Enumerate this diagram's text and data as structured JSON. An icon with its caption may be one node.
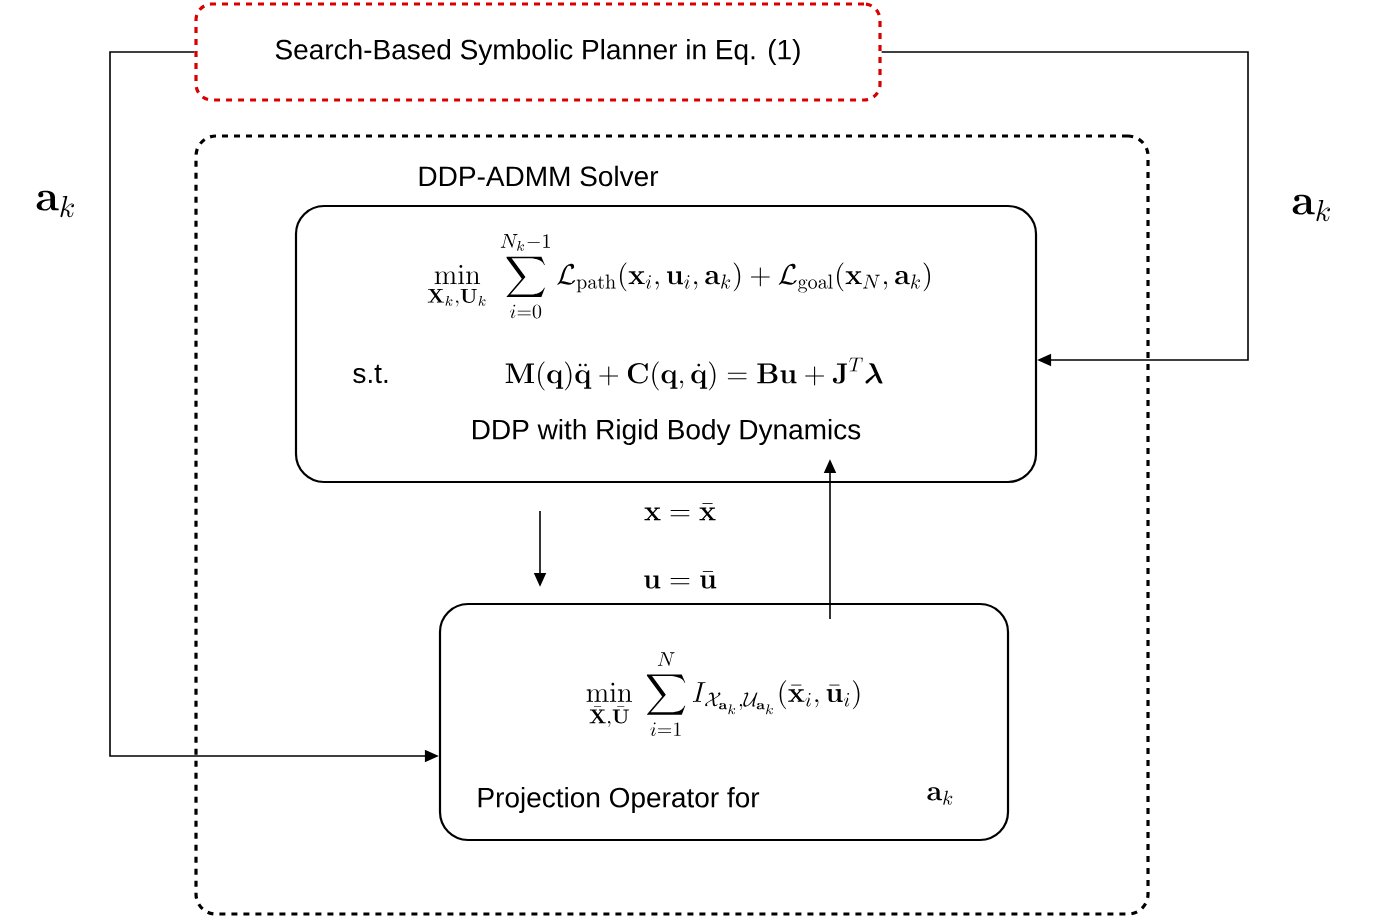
{
  "diagram": {
    "nodes": [
      {
        "text": [
          "Search-Based Symbolic Planner in Eq. (1)"
        ]
      },
      {
        "text": [
          "DDP-ADMM Solver"
        ]
      },
      {
        "text": [
          "\\min_{\\mathbf{X}_k,\\mathbf{U}_k}\\ \\sum_{i=0}^{N_k-1}\\mathcal{L}_{\\mathrm{path}}(\\mathbf{x}_i,\\mathbf{u}_i,\\mathbf{a}_k)+\\mathcal{L}_{\\mathrm{goal}}(\\mathbf{x}_N,\\mathbf{a}_k)",
          "s.t.",
          "\\mathbf{M}(\\mathbf{q})\\ddot{\\mathbf{q}}+\\mathbf{C}(\\mathbf{q},\\dot{\\mathbf{q}})=\\mathbf{B}\\mathbf{u}+\\mathbf{J}^T\\boldsymbol{\\lambda}",
          "DDP with Rigid Body Dynamics"
        ],
        "in": 1
      },
      {
        "text": [
          "\\min_{\\bar{\\mathbf{X}},\\bar{\\mathbf{U}}}\\ \\sum_{i=1}^{N} I_{\\mathcal{X}_{\\mathbf{a}_k},\\mathcal{U}_{\\mathbf{a}_k}}(\\bar{\\mathbf{x}}_i,\\bar{\\mathbf{u}}_i)",
          "Projection Operator for",
          "\\mathbf{a}_k"
        ],
        "in": 1
      }
    ],
    "edges": [
      {
        "from": 0,
        "to": 3,
        "arrow": "to",
        "label": "\\mathbf{a}_k"
      },
      {
        "from": 0,
        "to": 2,
        "arrow": "to",
        "label": "\\mathbf{a}_k"
      },
      {
        "from": 2,
        "to": 3,
        "arrow": "to"
      },
      {
        "from": 3,
        "to": 2,
        "arrow": "to"
      }
    ],
    "labels": [
      "\\mathbf{x}=\\bar{\\mathbf{x}}",
      "\\mathbf{u}=\\bar{\\mathbf{u}}"
    ]
  }
}
